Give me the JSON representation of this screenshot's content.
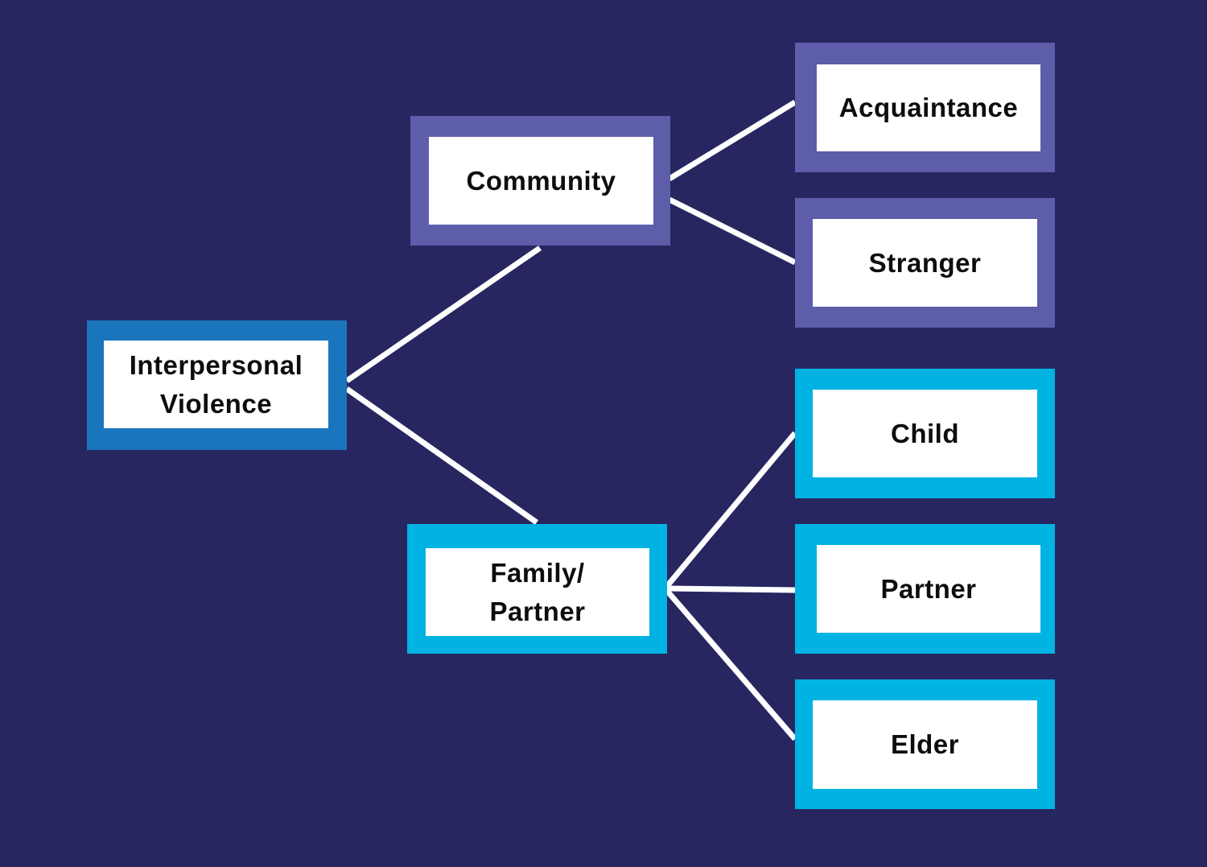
{
  "colors": {
    "background": "#282660",
    "root_border": "#1b75bc",
    "community_border": "#5d5daa",
    "family_border": "#00b3e3",
    "connector": "#ffffff",
    "box_fill": "#ffffff",
    "text": "#0d0d0d"
  },
  "nodes": {
    "root": {
      "line1": "Interpersonal",
      "line2": "Violence"
    },
    "community": {
      "label": "Community"
    },
    "family": {
      "line1": "Family/",
      "line2": "Partner"
    },
    "acquaintance": {
      "label": "Acquaintance"
    },
    "stranger": {
      "label": "Stranger"
    },
    "child": {
      "label": "Child"
    },
    "partner": {
      "label": "Partner"
    },
    "elder": {
      "label": "Elder"
    }
  }
}
